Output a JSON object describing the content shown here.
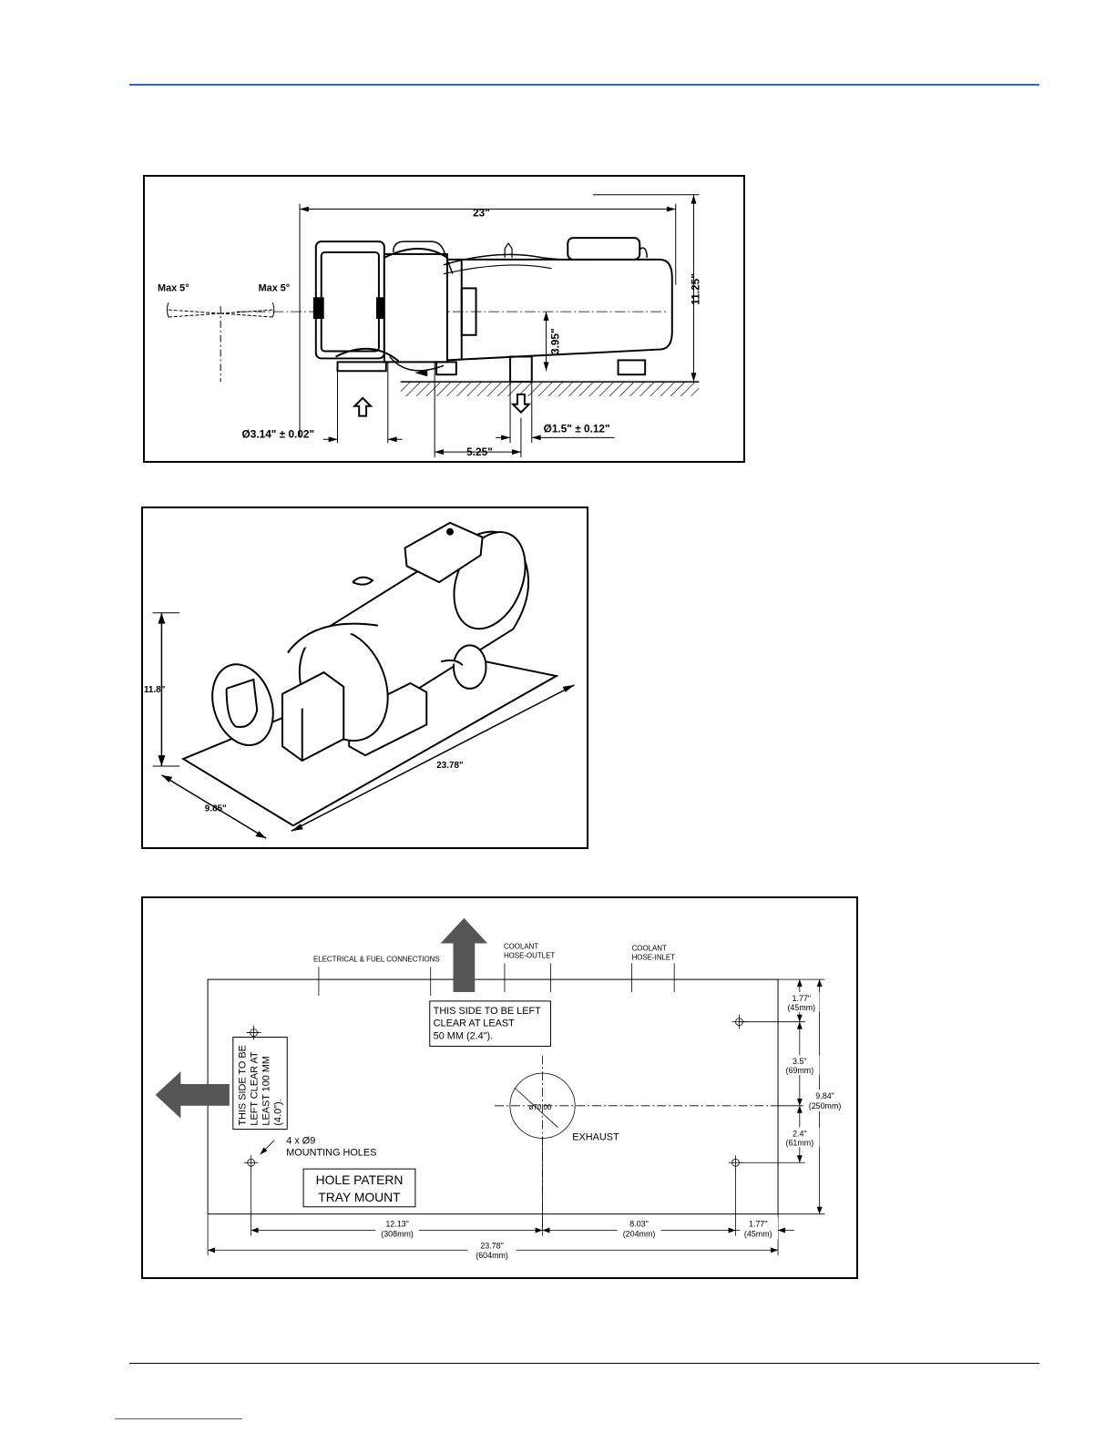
{
  "side_view": {
    "dim_length": "23\"",
    "dim_height": "11.25\"",
    "dim_axis_height": "3.95\"",
    "tilt_left": "Max 5°",
    "tilt_right": "Max 5°",
    "intake_diameter": "Ø3.14\" ± 0.02\"",
    "exhaust_diameter": "Ø1.5\" ± 0.12\"",
    "exhaust_offset": "5.25\""
  },
  "iso_view": {
    "dim_height": "11.8\"",
    "dim_length": "23.78\"",
    "dim_width": "9.85\""
  },
  "hole_pattern": {
    "electrical_label": "ELECTRICAL & FUEL CONNECTIONS",
    "coolant_outlet_line1": "COOLANT",
    "coolant_outlet_line2": "HOSE-OUTLET",
    "coolant_inlet_line1": "COOLANT",
    "coolant_inlet_line2": "HOSE-INLET",
    "top_clear_line1": "THIS SIDE TO BE LEFT",
    "top_clear_line2": "CLEAR AT LEAST",
    "top_clear_line3": "50 MM (2.4\").",
    "left_clear_line1": "THIS SIDE TO BE",
    "left_clear_line2": "LEFT CLEAR AT",
    "left_clear_line3": "LEAST 100 MM",
    "left_clear_line4": "(4.0\").",
    "holes_line1": "4 x Ø9",
    "holes_line2": "MOUNTING HOLES",
    "title_line1": "HOLE PATERN",
    "title_line2": "TRAY MOUNT",
    "exhaust_label": "EXHAUST",
    "exhaust_dia": "ø70.00",
    "dim_r1_in": "1.77\"",
    "dim_r1_mm": "(45mm)",
    "dim_r2_in": "3.5\"",
    "dim_r2_mm": "(69mm)",
    "dim_r3_in": "9.84\"",
    "dim_r3_mm": "(250mm)",
    "dim_r4_in": "2.4\"",
    "dim_r4_mm": "(61mm)",
    "dim_b1_in": "12.13\"",
    "dim_b1_mm": "(308mm)",
    "dim_b2_in": "8.03\"",
    "dim_b2_mm": "(204mm)",
    "dim_b3_in": "1.77\"",
    "dim_b3_mm": "(45mm)",
    "dim_total_in": "23.78\"",
    "dim_total_mm": "(604mm)"
  }
}
